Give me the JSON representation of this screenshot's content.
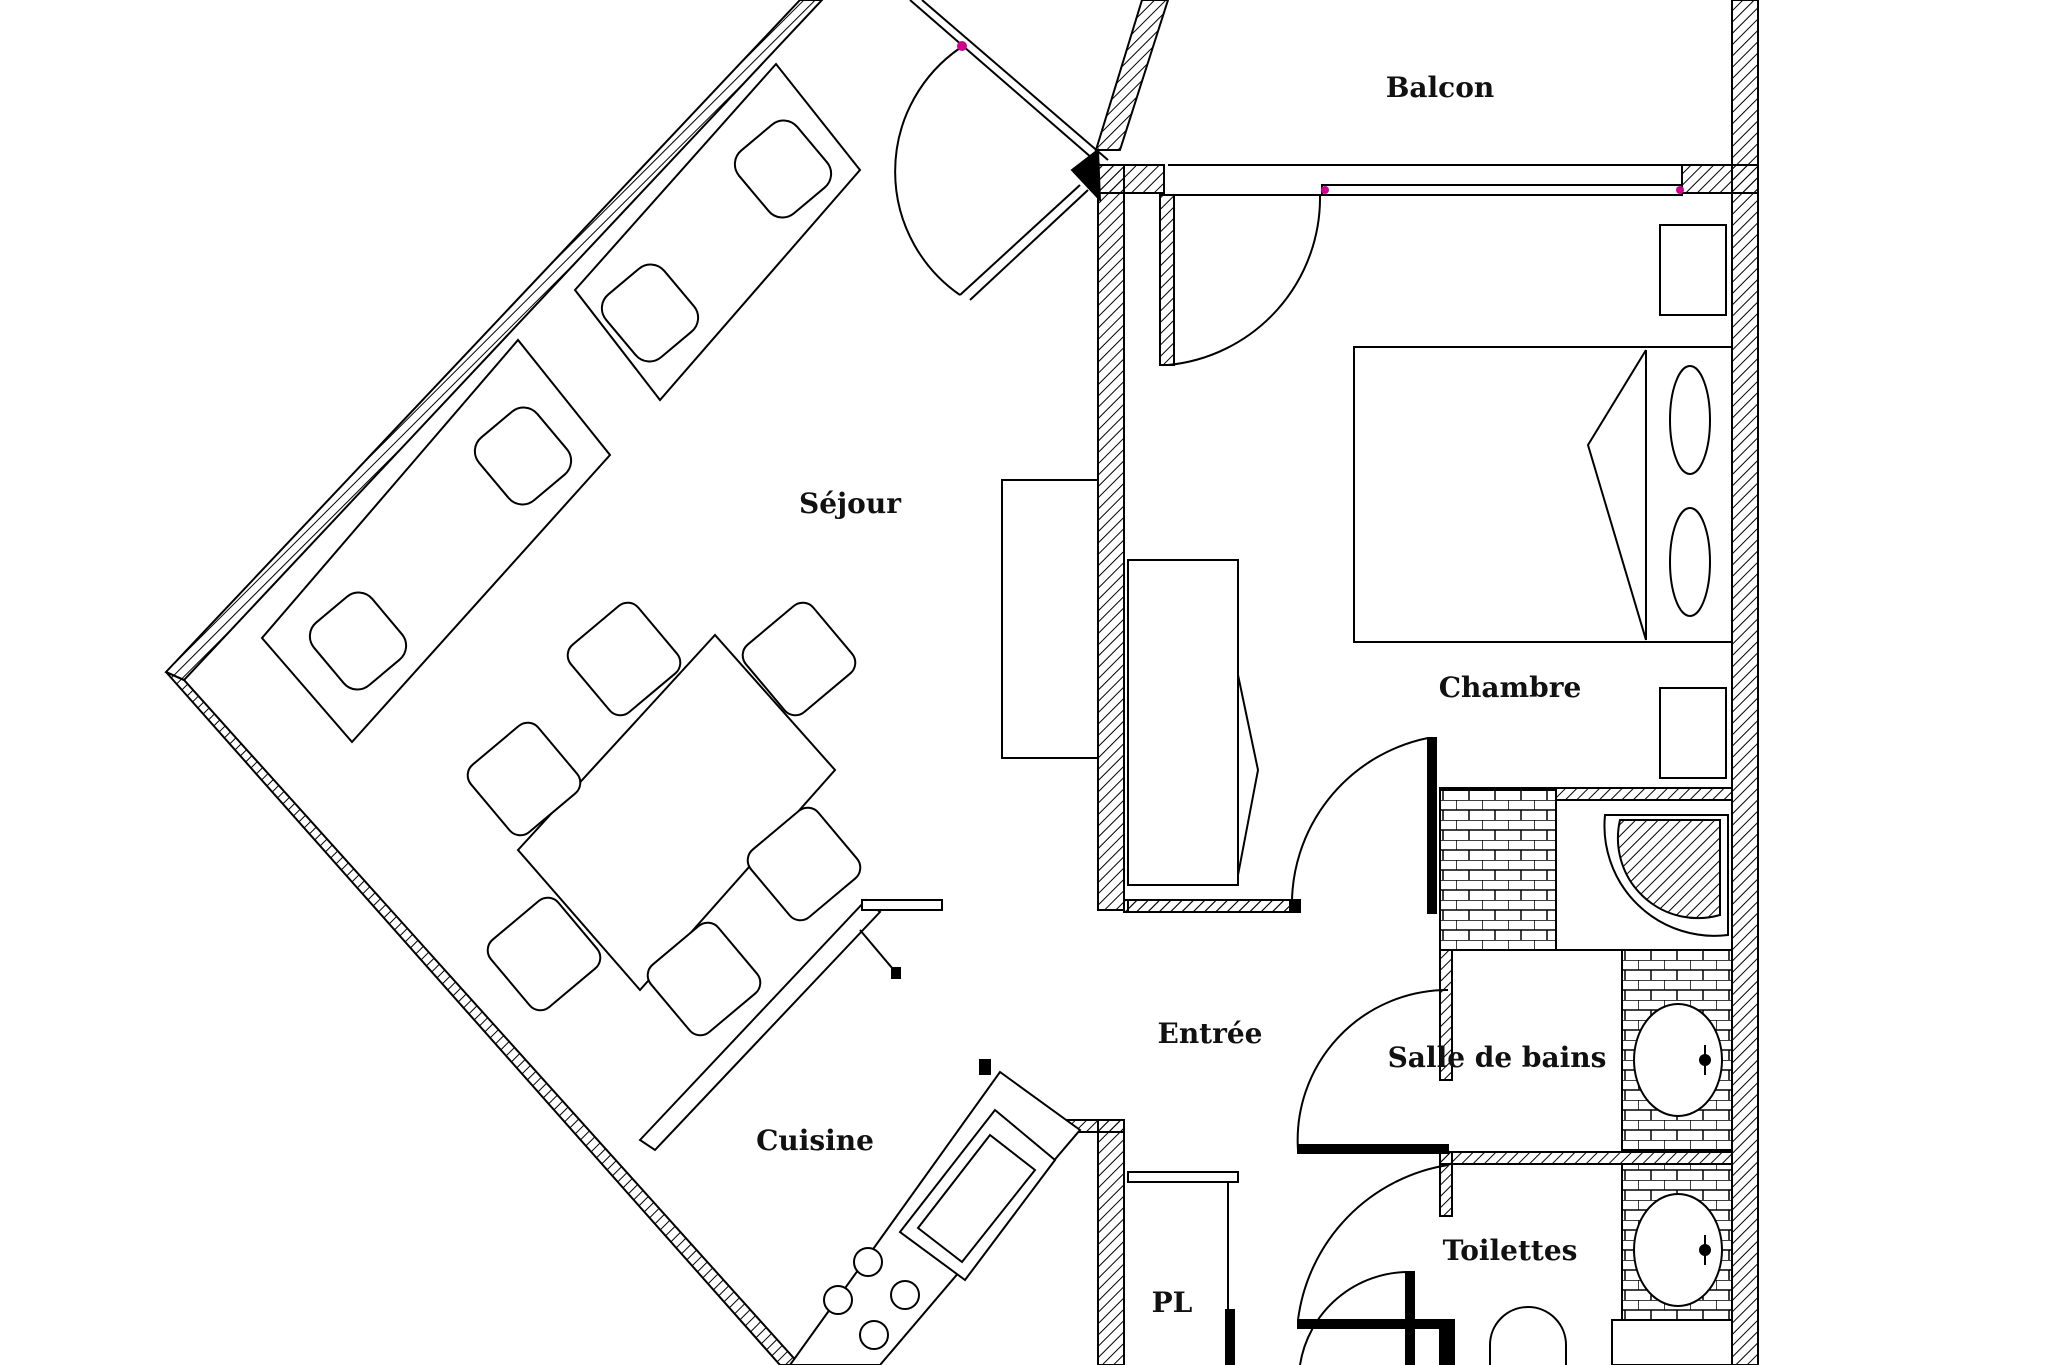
{
  "rooms": {
    "balcon": "Balcon",
    "sejour": "Séjour",
    "chambre": "Chambre",
    "entree": "Entrée",
    "salle_de_bains": "Salle de bains",
    "cuisine": "Cuisine",
    "toilettes": "Toilettes",
    "placard": "PL"
  },
  "colors": {
    "line": "#000000",
    "hatch": "#000000",
    "fixing_point": "#d0008f",
    "background": "#ffffff"
  }
}
